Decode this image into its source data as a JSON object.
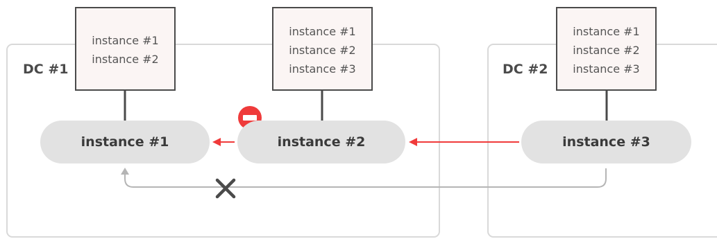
{
  "datacenters": [
    {
      "label": "DC #1"
    },
    {
      "label": "DC #2"
    }
  ],
  "nodes": [
    {
      "label": "instance #1"
    },
    {
      "label": "instance #2"
    },
    {
      "label": "instance #3"
    }
  ],
  "routing_tables": [
    {
      "entries": [
        "instance #1",
        "instance #2"
      ]
    },
    {
      "entries": [
        "instance #1",
        "instance #2",
        "instance #3"
      ]
    },
    {
      "entries": [
        "instance #1",
        "instance #2",
        "instance #3"
      ]
    }
  ],
  "colors": {
    "replication_arrow": "#f03a3a",
    "blocked_path": "#b5b5b5",
    "blocked_mark": "#4a4a4a",
    "node_fill": "#e2e2e2",
    "table_fill": "#fbf5f4"
  },
  "icons": {
    "disabled_badge": "minus-circle-icon",
    "blocked_marker": "x-mark-icon"
  }
}
